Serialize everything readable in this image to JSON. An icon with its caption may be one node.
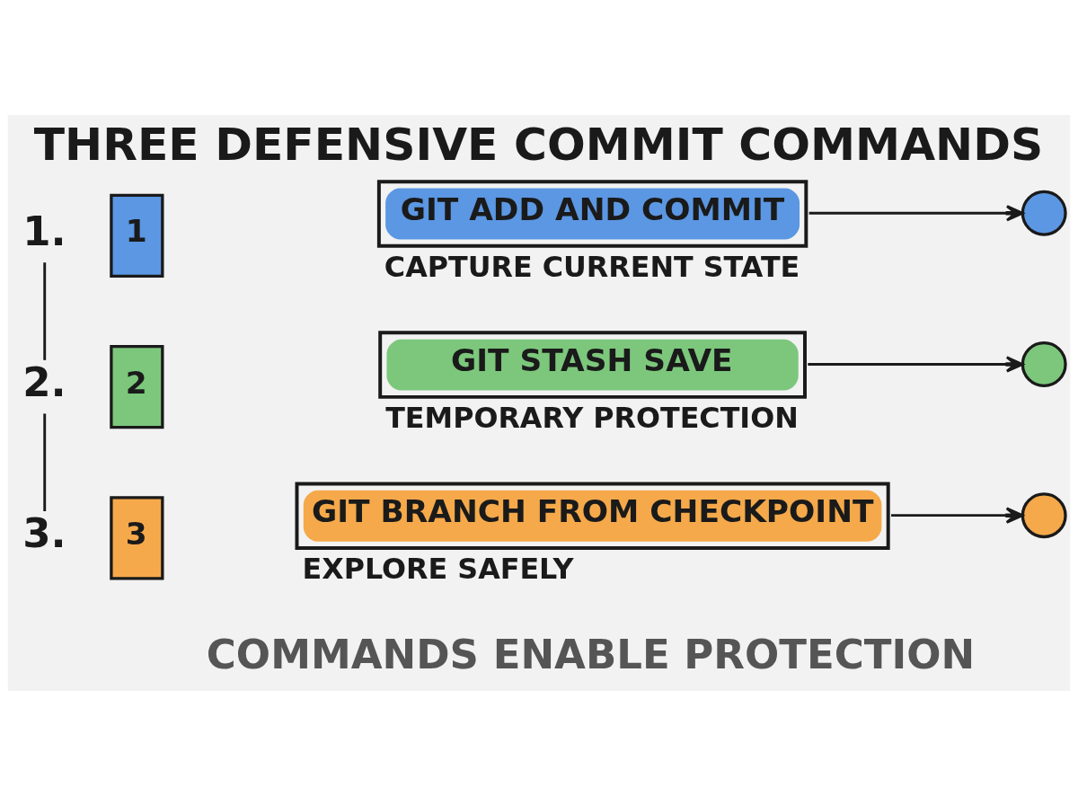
{
  "diagram": {
    "title": "THREE DEFENSIVE COMMIT COMMANDS",
    "caption": "COMMANDS ENABLE PROTECTION",
    "nodes": [
      {
        "text": [
          "1."
        ]
      },
      {
        "text": [
          "1"
        ]
      },
      {
        "text": [
          "GIT ADD AND COMMIT"
        ],
        "beside": [
          "CAPTURE CURRENT STATE"
        ]
      },
      {
        "text": [],
        "shape": "circle"
      },
      {
        "text": [
          "2."
        ]
      },
      {
        "text": [
          "2"
        ]
      },
      {
        "text": [
          "GIT STASH SAVE"
        ],
        "beside": [
          "TEMPORARY PROTECTION"
        ]
      },
      {
        "text": [],
        "shape": "circle"
      },
      {
        "text": [
          "3."
        ]
      },
      {
        "text": [
          "3"
        ]
      },
      {
        "text": [
          "GIT BRANCH FROM CHECKPOINT"
        ],
        "beside": [
          "EXPLORE SAFELY"
        ]
      },
      {
        "text": [],
        "shape": "circle"
      }
    ],
    "edges": [
      {
        "from": 2,
        "to": 3,
        "arrow": "to"
      },
      {
        "from": 6,
        "to": 7,
        "arrow": "to"
      },
      {
        "from": 10,
        "to": 11,
        "arrow": "to"
      },
      {
        "from": 0,
        "to": 4,
        "arrow": "none"
      },
      {
        "from": 4,
        "to": 8,
        "arrow": "none"
      }
    ]
  }
}
